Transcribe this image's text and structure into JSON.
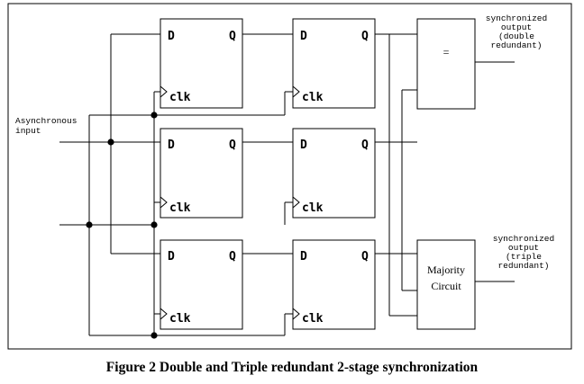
{
  "flipflop": {
    "d_label": "D",
    "q_label": "Q",
    "clk_label": "clk"
  },
  "input_label": [
    "Asynchronous",
    "input"
  ],
  "comparator": {
    "symbol": "="
  },
  "comparator_output_label": [
    "synchronized",
    "output",
    "(double",
    "redundant)"
  ],
  "majority": {
    "line1": "Majority",
    "line2": "Circuit"
  },
  "majority_output_label": [
    "synchronized",
    "output",
    "(triple",
    "redundant)"
  ],
  "caption": "Figure 2 Double and Triple redundant 2-stage synchronization"
}
